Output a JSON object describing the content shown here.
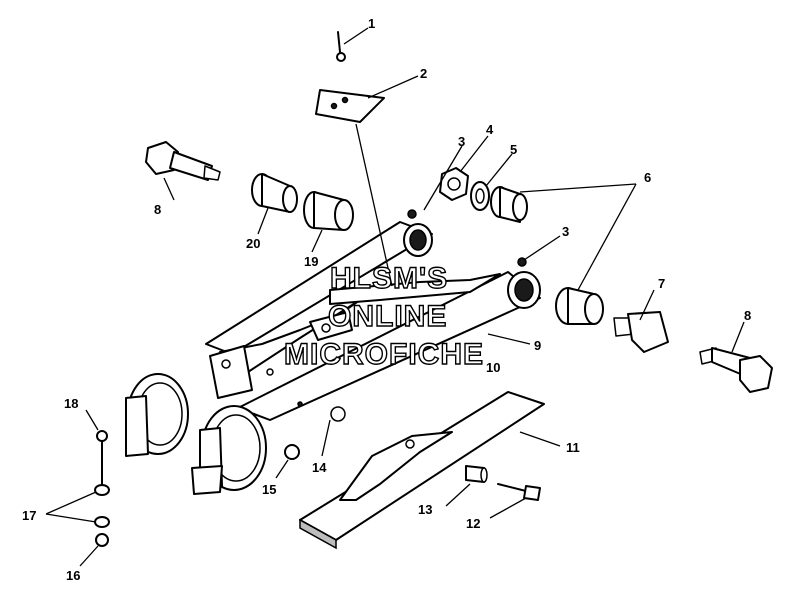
{
  "diagram": {
    "watermark": {
      "line1": "HLSM'S",
      "line2": "ONLINE",
      "line3": "MICROFICHE"
    },
    "callouts": {
      "c1": "1",
      "c2": "2",
      "c3a": "3",
      "c3b": "3",
      "c4": "4",
      "c5": "5",
      "c6": "6",
      "c7": "7",
      "c8a": "8",
      "c8b": "8",
      "c9": "9",
      "c10": "10",
      "c11": "11",
      "c12": "12",
      "c13": "13",
      "c14": "14",
      "c15": "15",
      "c16": "16",
      "c17": "17",
      "c18": "18",
      "c19": "19",
      "c20": "20"
    }
  }
}
